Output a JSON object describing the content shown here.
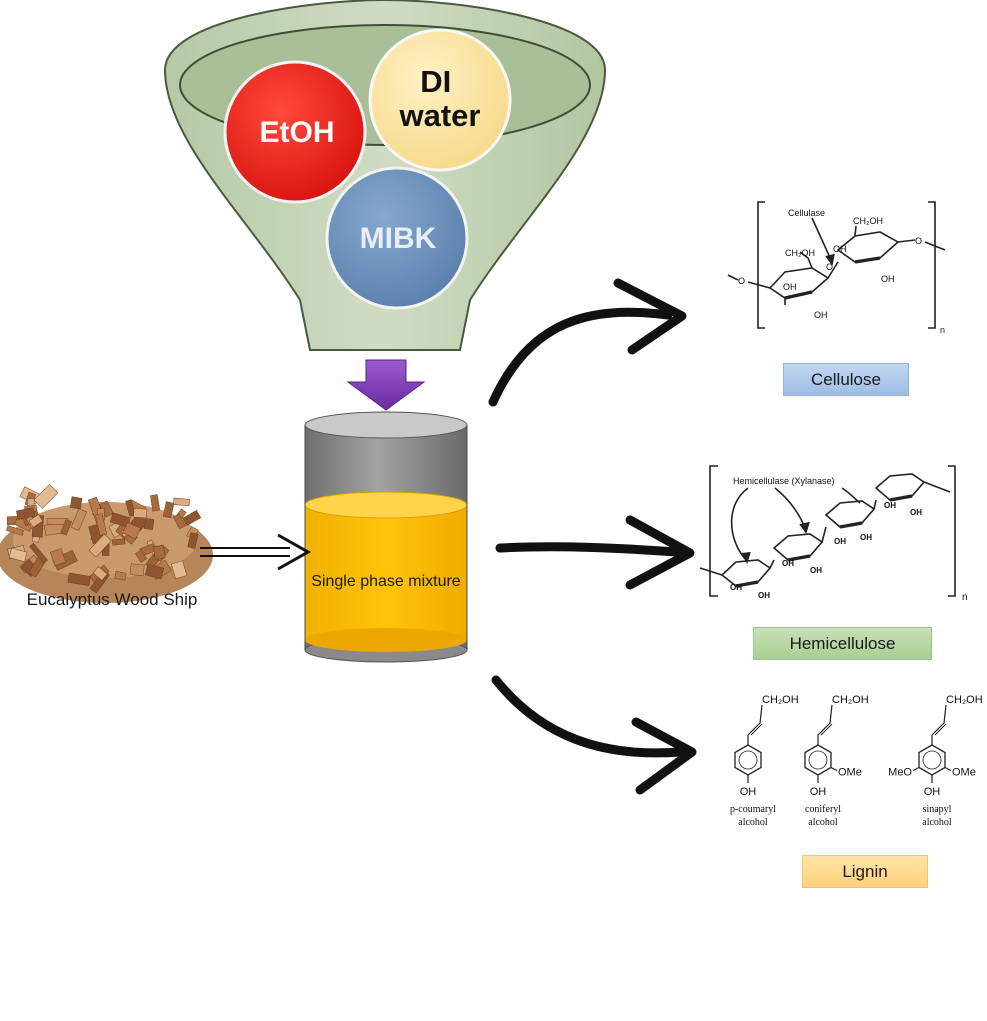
{
  "funnel": {
    "solvents": [
      {
        "label": "EtOH",
        "color": "#e8201e"
      },
      {
        "label": "DI\nwater",
        "color": "#fde7a6"
      },
      {
        "label": "MIBK",
        "color": "#6f94bd"
      }
    ],
    "funnel_color": "#c2d3b5"
  },
  "input": {
    "label": "Eucalyptus Wood Ship"
  },
  "vessel": {
    "label": "Single phase mixture",
    "liquid_color": "#fec000",
    "body_color": "#8d8d8d"
  },
  "products": {
    "cellulose": {
      "label": "Cellulose",
      "enzyme": "Cellulase",
      "groups": [
        "CH₂OH",
        "CH₂OH",
        "OH",
        "OH",
        "OH",
        "OH",
        "O",
        "O",
        "O"
      ],
      "subscript": "n"
    },
    "hemicellulose": {
      "label": "Hemicellulose",
      "enzyme": "Hemicellulase (Xylanase)",
      "groups": [
        "OH",
        "OH",
        "OH",
        "OH",
        "OH",
        "OH",
        "OH",
        "OH"
      ],
      "subscript": "n"
    },
    "lignin": {
      "label": "Lignin",
      "monomers": [
        {
          "top": "CH₂OH",
          "bottom": "OH",
          "left": "",
          "right": "",
          "name_line1": "p-coumaryl",
          "name_line2": "alcohol"
        },
        {
          "top": "CH₂OH",
          "bottom": "OH",
          "left": "",
          "right": "OMe",
          "name_line1": "coniferyl",
          "name_line2": "alcohol"
        },
        {
          "top": "CH₂OH",
          "bottom": "OH",
          "left": "MeO",
          "right": "OMe",
          "name_line1": "sinapyl",
          "name_line2": "alcohol"
        }
      ]
    }
  },
  "colors": {
    "arrow_purple": "#7b3bb0",
    "arrow_black": "#111111"
  }
}
